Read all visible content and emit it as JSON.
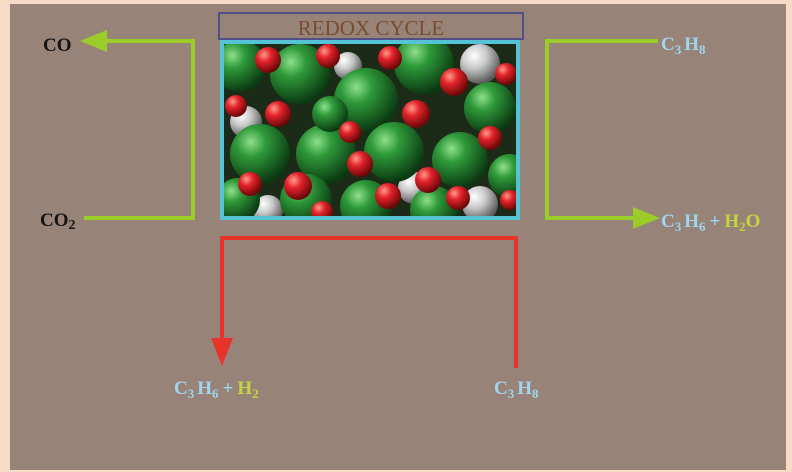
{
  "title": "REDOX CYCLE",
  "colors": {
    "background": "#978378",
    "page_border": "#f6dcc6",
    "green_arrow": "#9bcc2a",
    "red_arrow": "#e8332a",
    "formula_cyan": "#9fd6ee",
    "formula_yellow": "#c4d63c",
    "formula_dark": "#141414",
    "title_text": "#7a4b30",
    "title_border": "#3a3f8a",
    "image_border": "#54c3d6"
  },
  "image": {
    "name": "oxide-surface-molecular-model",
    "atoms": [
      "green",
      "red",
      "white"
    ]
  },
  "labels": {
    "co": {
      "main": "CO"
    },
    "co2": {
      "main": "CO",
      "sub": "2"
    },
    "right_top": {
      "c": "C",
      "c_sub": "3",
      "h": "H",
      "h_sub": "8"
    },
    "right_bottom": {
      "c": "C",
      "c_sub": "3",
      "h": "H",
      "h_sub": "6",
      "plus": "+",
      "w": "H",
      "w_sub": "2",
      "w_tail": "O"
    },
    "bottom_left": {
      "c": "C",
      "c_sub": "3",
      "h": "H",
      "h_sub": "6",
      "plus": "+",
      "w": "H",
      "w_sub": "2"
    },
    "bottom_right": {
      "c": "C",
      "c_sub": "3",
      "h": "H",
      "h_sub": "8"
    }
  }
}
